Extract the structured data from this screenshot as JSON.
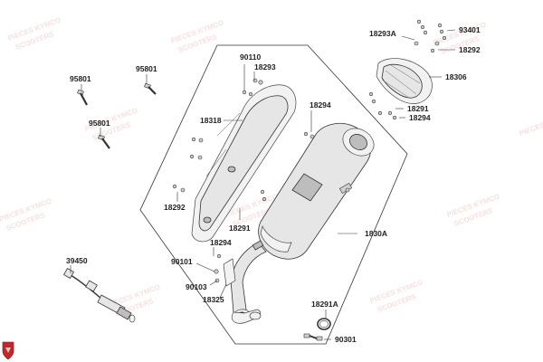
{
  "parts": {
    "p95801_a": "95801",
    "p95801_b": "95801",
    "p95801_c": "95801",
    "p90110": "90110",
    "p18293": "18293",
    "p18318": "18318",
    "p18294_a": "18294",
    "p18292_a": "18292",
    "p18291_a": "18291",
    "p18294_b": "18294",
    "p90101": "90101",
    "p90103": "90103",
    "p18325": "18325",
    "p39450": "39450",
    "p1830A": "1830A",
    "p18291A": "18291A",
    "p90301": "90301",
    "p18293A": "18293A",
    "p93401": "93401",
    "p18292_b": "18292",
    "p18306": "18306",
    "p18291_b": "18291",
    "p18294_c": "18294"
  },
  "watermark": {
    "line1": "PIECES KYMCO",
    "line2": "SCOOTERS"
  },
  "colors": {
    "line": "#333333",
    "fill": "#e6e6e6",
    "logo": "#c0282d"
  }
}
